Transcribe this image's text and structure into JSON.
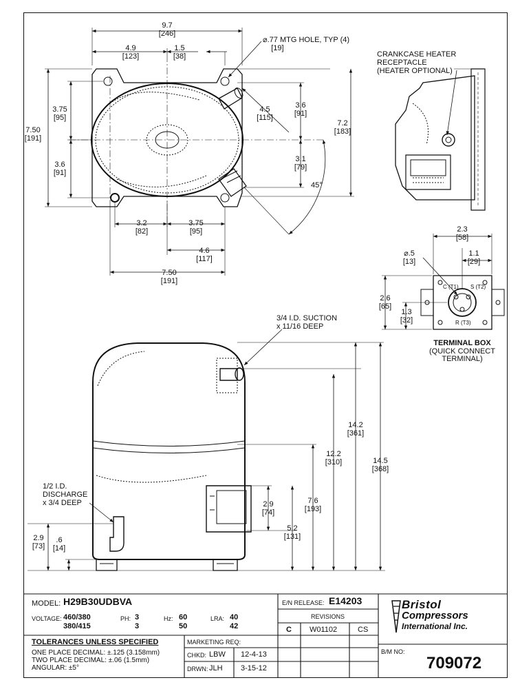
{
  "top_view": {
    "width_overall": {
      "in": "9.7",
      "mm": "[246]"
    },
    "width_left": {
      "in": "4.9",
      "mm": "[123]"
    },
    "width_offset": {
      "in": "1.5",
      "mm": "[38]"
    },
    "mtg_hole": "⌀.77 MTG HOLE, TYP (4)",
    "mtg_hole_mm": "[19]",
    "height_overall_left": {
      "in": "7.50",
      "mm": "[191]"
    },
    "height_upper_left": {
      "in": "3.75",
      "mm": "[95]"
    },
    "height_lower_left": {
      "in": "3.6",
      "mm": "[91]"
    },
    "diag_offset": {
      "in": "4.5",
      "mm": "[115]"
    },
    "height_upper_right": {
      "in": "3.6",
      "mm": "[91]"
    },
    "height_lower_right": {
      "in": "3.1",
      "mm": "[79]"
    },
    "height_overall_right": {
      "in": "7.2",
      "mm": "[183]"
    },
    "angle": "45°",
    "bottom_a": {
      "in": "3.2",
      "mm": "[82]"
    },
    "bottom_b": {
      "in": "3.75",
      "mm": "[95]"
    },
    "bottom_c": {
      "in": "4.6",
      "mm": "[117]"
    },
    "bottom_overall": {
      "in": "7.50",
      "mm": "[191]"
    }
  },
  "heater": {
    "line1": "CRANKCASE HEATER",
    "line2": "RECEPTACLE",
    "line3": "(HEATER OPTIONAL)"
  },
  "terminal_box": {
    "width": {
      "in": "2.3",
      "mm": "[58]"
    },
    "offset": {
      "in": "1.1",
      "mm": "[29]"
    },
    "pin": {
      "in": "⌀.5",
      "mm": "[13]"
    },
    "height": {
      "in": "2.6",
      "mm": "[65]"
    },
    "half": {
      "in": "1.3",
      "mm": "[32]"
    },
    "c": "C (T1)",
    "s": "S (T2)",
    "r": "R (T3)",
    "title": "TERMINAL BOX",
    "sub1": "(QUICK CONNECT",
    "sub2": "TERMINAL)"
  },
  "side_view": {
    "suction1": "3/4 I.D. SUCTION",
    "suction2": "x 11/16 DEEP",
    "discharge1": "1/2 I.D.",
    "discharge2": "DISCHARGE",
    "discharge3": "x 3/4 DEEP",
    "h_14_2": {
      "in": "14.2",
      "mm": "[361]"
    },
    "h_14_5": {
      "in": "14.5",
      "mm": "[368]"
    },
    "h_12_2": {
      "in": "12.2",
      "mm": "[310]"
    },
    "h_7_6": {
      "in": "7.6",
      "mm": "[193]"
    },
    "h_5_2": {
      "in": "5.2",
      "mm": "[131]"
    },
    "h_2_9r": {
      "in": "2.9",
      "mm": "[74]"
    },
    "h_2_9l": {
      "in": "2.9",
      "mm": "[73]"
    },
    "h_0_6": {
      "in": ".6",
      "mm": "[14]"
    }
  },
  "title_block": {
    "model_label": "MODEL:",
    "model": "H29B30UDBVA",
    "voltage_label": "VOLTAGE:",
    "voltage1": "460/380",
    "voltage2": "380/415",
    "ph_label": "PH:",
    "ph1": "3",
    "ph2": "3",
    "hz_label": "Hz:",
    "hz1": "60",
    "hz2": "50",
    "lra_label": "LRA:",
    "lra1": "40",
    "lra2": "42",
    "tolerances": "TOLERANCES UNLESS SPECIFIED",
    "tol1": "ONE PLACE DECIMAL: ±.125 (3.158mm)",
    "tol2": "TWO PLACE DECIMAL: ±.06 (1.5mm)",
    "tol3": "ANGULAR: ±5°",
    "marketing": "MARKETING REQ:",
    "chkd_label": "CHKD:",
    "chkd": "LBW",
    "chkd_date": "12-4-13",
    "drwn_label": "DRWN:",
    "drwn": "JLH",
    "drwn_date": "3-15-12",
    "en_label": "E/N RELEASE:",
    "en": "E14203",
    "revisions": "REVISIONS",
    "rev_letter": "C",
    "rev_no": "W01102",
    "rev_by": "CS",
    "bm_label": "B/M NO:",
    "bm": "709072"
  },
  "logo": {
    "line1": "Bristol",
    "line2": "Compressors",
    "line3": "International Inc."
  }
}
